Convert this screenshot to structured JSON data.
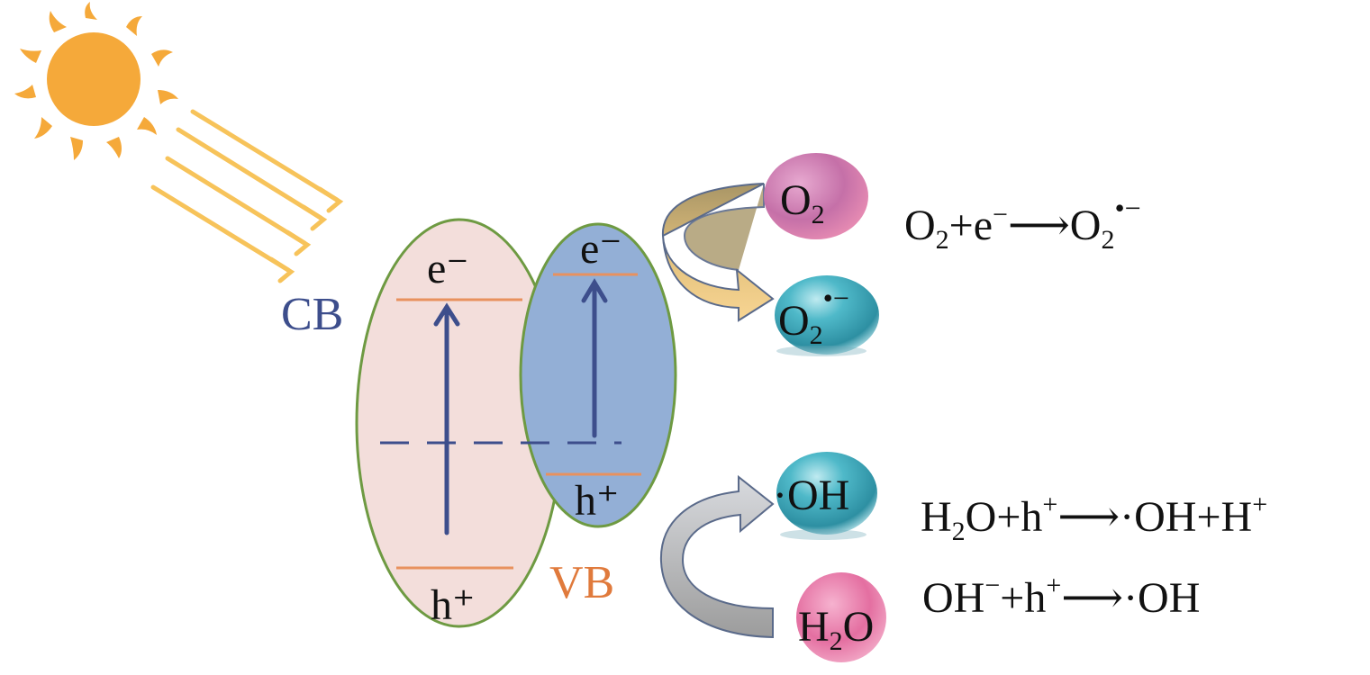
{
  "labels": {
    "cb": "CB",
    "vb": "VB",
    "left_e": "e⁻",
    "left_h": "h⁺",
    "right_e": "e⁻",
    "right_h": "h⁺"
  },
  "species": {
    "o2": {
      "main": "O",
      "sub": "2"
    },
    "superoxide": {
      "main": "O",
      "sub": "2",
      "sup": "•−"
    },
    "hydroxyl": {
      "dot": "·",
      "main": "OH"
    },
    "water": {
      "main": "H",
      "sub": "2",
      "tail": "O"
    }
  },
  "equations": {
    "eq1": {
      "p1": "O",
      "s1": "2",
      "p2": "+e",
      "u1": "−",
      "p3": "⟶O",
      "s2": "2",
      "u2": "•−"
    },
    "eq2": {
      "p1": "H",
      "s1": "2",
      "p2": "O+h",
      "u1": "+",
      "p3": "⟶·OH+H",
      "u2": "+"
    },
    "eq3": {
      "p1": "OH",
      "u1": "−",
      "p2": "+h",
      "u2": "+",
      "p3": "⟶·OH"
    }
  },
  "colors": {
    "sun": "#F5A93A",
    "rays": "#F7C35A",
    "left_particle_fill": "#F3DEDB",
    "right_particle_fill": "#93AFD6",
    "particle_border": "#6E9A42",
    "band_line": "#E8915E",
    "arrow_blue": "#3D4E8C",
    "cb_text": "#3D4E8C",
    "vb_text": "#E07A3C",
    "o2_sphere": "#C9709D",
    "teal_sphere": "#3CA8BA",
    "water_sphere": "#E36FA1",
    "gold_arrow_top": "#B2A27A",
    "gold_arrow_bottom": "#F6D18B",
    "gray_arrow": "#A9A9A9"
  }
}
